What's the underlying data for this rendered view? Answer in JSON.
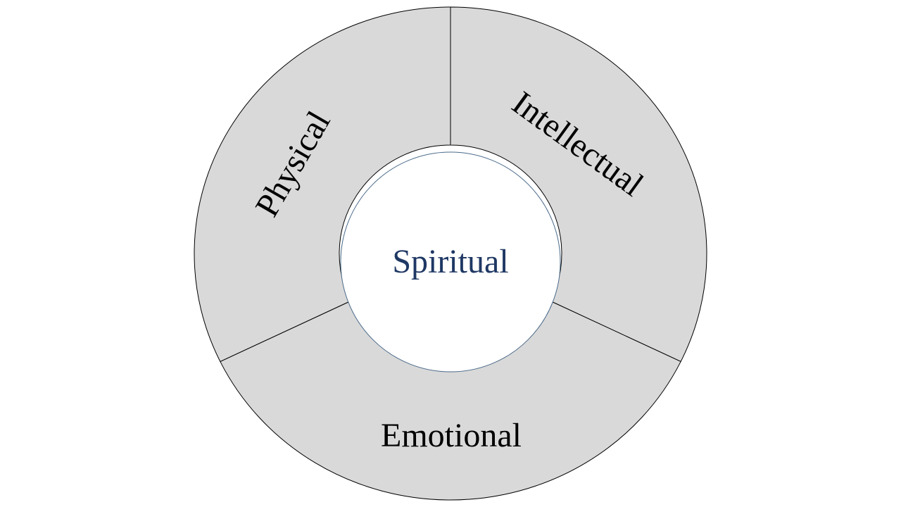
{
  "diagram": {
    "center": {
      "label": "Spiritual",
      "fill": "#ffffff",
      "text_color": "#1f3864",
      "stroke": "#4a6a8a"
    },
    "ring": {
      "fill": "#d9d9d9",
      "stroke": "#000000",
      "text_color": "#000000",
      "segments": [
        {
          "label": "Intellectual"
        },
        {
          "label": "Emotional"
        },
        {
          "label": "Physical"
        }
      ]
    }
  }
}
